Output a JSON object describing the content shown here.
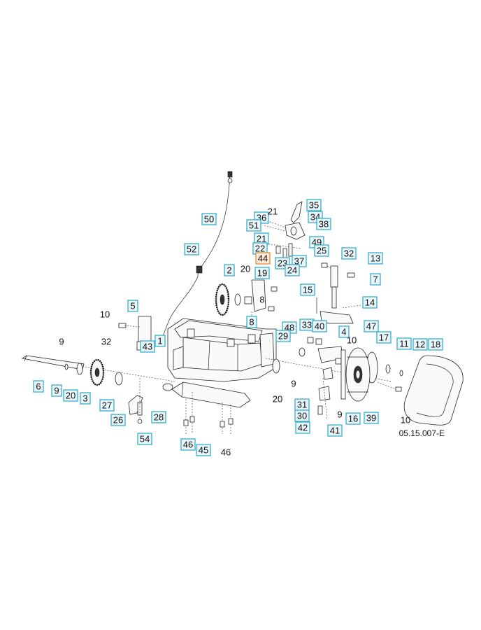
{
  "drawing_code": "05.15.007-E",
  "callouts": [
    {
      "id": "c50",
      "text": "50",
      "boxed": true,
      "color": "blue"
    },
    {
      "id": "c52",
      "text": "52",
      "boxed": true,
      "color": "blue"
    },
    {
      "id": "c35",
      "text": "35",
      "boxed": true,
      "color": "blue"
    },
    {
      "id": "c34",
      "text": "34",
      "boxed": true,
      "color": "blue"
    },
    {
      "id": "c38",
      "text": "38",
      "boxed": true,
      "color": "blue"
    },
    {
      "id": "c36",
      "text": "36",
      "boxed": true,
      "color": "blue"
    },
    {
      "id": "c51",
      "text": "51",
      "boxed": true,
      "color": "blue"
    },
    {
      "id": "c21a",
      "text": "21",
      "boxed": false
    },
    {
      "id": "c21b",
      "text": "21",
      "boxed": true,
      "color": "blue"
    },
    {
      "id": "c49",
      "text": "49",
      "boxed": true,
      "color": "blue"
    },
    {
      "id": "c25",
      "text": "25",
      "boxed": true,
      "color": "blue"
    },
    {
      "id": "c22",
      "text": "22",
      "boxed": true,
      "color": "blue"
    },
    {
      "id": "c44",
      "text": "44",
      "boxed": true,
      "color": "orange"
    },
    {
      "id": "c23",
      "text": "23",
      "boxed": true,
      "color": "blue"
    },
    {
      "id": "c37",
      "text": "37",
      "boxed": true,
      "color": "blue"
    },
    {
      "id": "c24",
      "text": "24",
      "boxed": true,
      "color": "blue"
    },
    {
      "id": "c32a",
      "text": "32",
      "boxed": true,
      "color": "blue"
    },
    {
      "id": "c13",
      "text": "13",
      "boxed": true,
      "color": "blue"
    },
    {
      "id": "c7",
      "text": "7",
      "boxed": true,
      "color": "blue"
    },
    {
      "id": "c2",
      "text": "2",
      "boxed": true,
      "color": "blue"
    },
    {
      "id": "c20a",
      "text": "20",
      "boxed": false
    },
    {
      "id": "c19",
      "text": "19",
      "boxed": true,
      "color": "blue"
    },
    {
      "id": "c8a",
      "text": "8",
      "boxed": false
    },
    {
      "id": "c8b",
      "text": "8",
      "boxed": true,
      "color": "blue"
    },
    {
      "id": "c15",
      "text": "15",
      "boxed": true,
      "color": "blue"
    },
    {
      "id": "c14",
      "text": "14",
      "boxed": true,
      "color": "blue"
    },
    {
      "id": "c5",
      "text": "5",
      "boxed": true,
      "color": "blue"
    },
    {
      "id": "c10a",
      "text": "10",
      "boxed": false
    },
    {
      "id": "c48",
      "text": "48",
      "boxed": true,
      "color": "blue"
    },
    {
      "id": "c33",
      "text": "33",
      "boxed": true,
      "color": "blue"
    },
    {
      "id": "c40",
      "text": "40",
      "boxed": true,
      "color": "blue"
    },
    {
      "id": "c47",
      "text": "47",
      "boxed": true,
      "color": "blue"
    },
    {
      "id": "c29",
      "text": "29",
      "boxed": true,
      "color": "blue"
    },
    {
      "id": "c4",
      "text": "4",
      "boxed": true,
      "color": "blue"
    },
    {
      "id": "c17",
      "text": "17",
      "boxed": true,
      "color": "blue"
    },
    {
      "id": "c10b",
      "text": "10",
      "boxed": false
    },
    {
      "id": "c1",
      "text": "1",
      "boxed": true,
      "color": "blue"
    },
    {
      "id": "c43",
      "text": "43",
      "boxed": true,
      "color": "blue"
    },
    {
      "id": "c9a",
      "text": "9",
      "boxed": false
    },
    {
      "id": "c32b",
      "text": "32",
      "boxed": false
    },
    {
      "id": "c11",
      "text": "11",
      "boxed": true,
      "color": "blue"
    },
    {
      "id": "c12",
      "text": "12",
      "boxed": true,
      "color": "blue"
    },
    {
      "id": "c18",
      "text": "18",
      "boxed": true,
      "color": "blue"
    },
    {
      "id": "c6",
      "text": "6",
      "boxed": true,
      "color": "blue"
    },
    {
      "id": "c9b",
      "text": "9",
      "boxed": true,
      "color": "blue"
    },
    {
      "id": "c20b",
      "text": "20",
      "boxed": true,
      "color": "blue"
    },
    {
      "id": "c3",
      "text": "3",
      "boxed": true,
      "color": "blue"
    },
    {
      "id": "c27",
      "text": "27",
      "boxed": true,
      "color": "blue"
    },
    {
      "id": "c26",
      "text": "26",
      "boxed": true,
      "color": "blue"
    },
    {
      "id": "c28",
      "text": "28",
      "boxed": true,
      "color": "blue"
    },
    {
      "id": "c54",
      "text": "54",
      "boxed": true,
      "color": "blue"
    },
    {
      "id": "c46a",
      "text": "46",
      "boxed": true,
      "color": "blue"
    },
    {
      "id": "c45",
      "text": "45",
      "boxed": true,
      "color": "blue"
    },
    {
      "id": "c46b",
      "text": "46",
      "boxed": false
    },
    {
      "id": "c20c",
      "text": "20",
      "boxed": false
    },
    {
      "id": "c9c",
      "text": "9",
      "boxed": false
    },
    {
      "id": "c31",
      "text": "31",
      "boxed": true,
      "color": "blue"
    },
    {
      "id": "c30",
      "text": "30",
      "boxed": true,
      "color": "blue"
    },
    {
      "id": "c42",
      "text": "42",
      "boxed": true,
      "color": "blue"
    },
    {
      "id": "c41",
      "text": "41",
      "boxed": true,
      "color": "blue"
    },
    {
      "id": "c9d",
      "text": "9",
      "boxed": false
    },
    {
      "id": "c16",
      "text": "16",
      "boxed": true,
      "color": "blue"
    },
    {
      "id": "c39",
      "text": "39",
      "boxed": true,
      "color": "blue"
    },
    {
      "id": "c10c",
      "text": "10",
      "boxed": false
    }
  ]
}
